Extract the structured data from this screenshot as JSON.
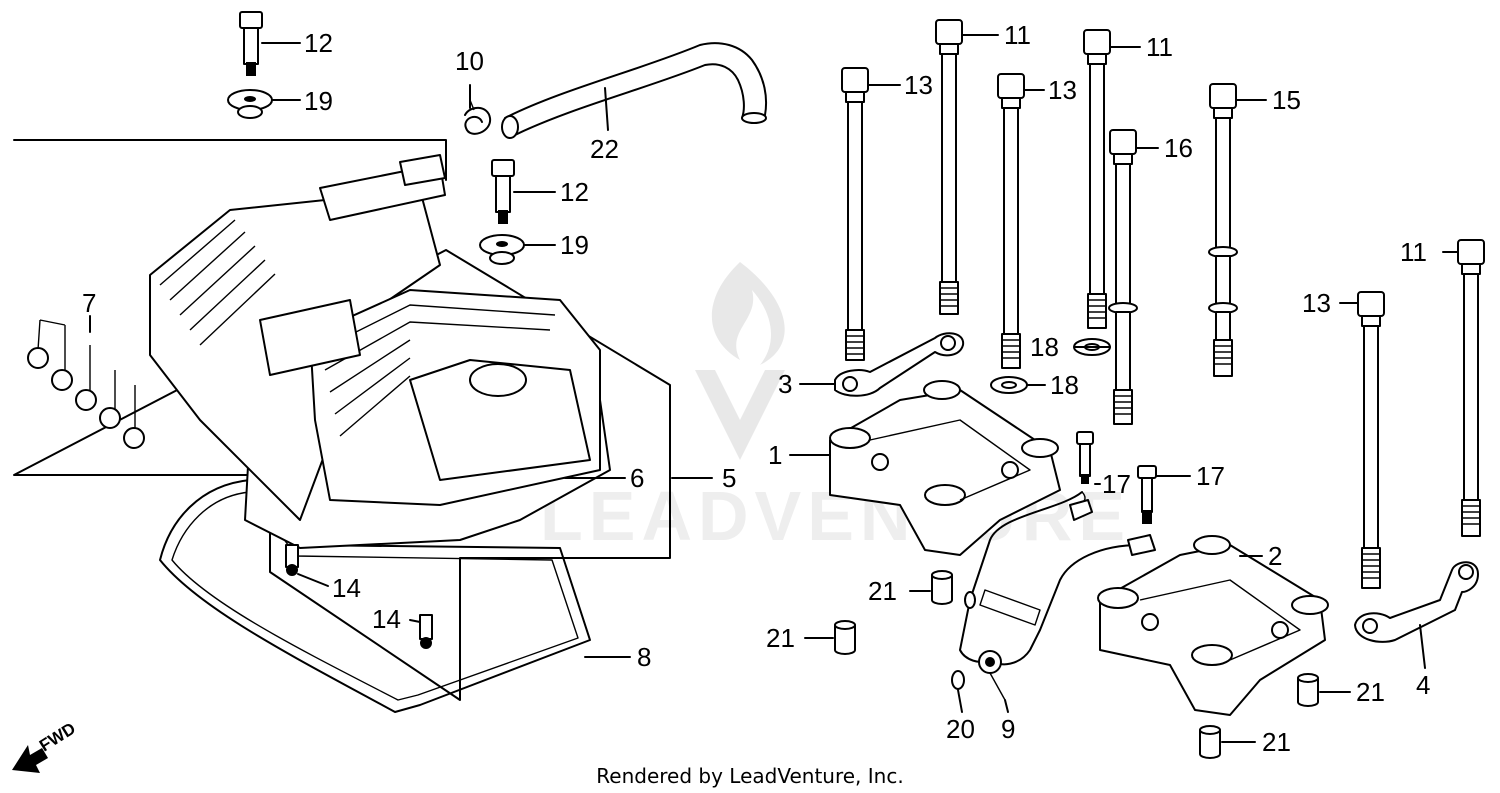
{
  "diagram": {
    "caption": "Rendered by LeadVenture, Inc.",
    "watermark": "LEADVENTURE",
    "fwd_label": "FWD",
    "callouts": {
      "c1": "1",
      "c2": "2",
      "c3": "3",
      "c4": "4",
      "c5": "5",
      "c6": "6",
      "c7": "7",
      "c8": "8",
      "c9": "9",
      "c10": "10",
      "c11a": "11",
      "c11b": "11",
      "c11c": "11",
      "c12a": "12",
      "c12b": "12",
      "c13a": "13",
      "c13b": "13",
      "c13c": "13",
      "c14a": "14",
      "c14b": "14",
      "c15": "15",
      "c16": "16",
      "c17a": "17",
      "c17b": "17",
      "c18a": "18",
      "c18b": "18",
      "c19a": "19",
      "c19b": "19",
      "c20": "20",
      "c21a": "21",
      "c21b": "21",
      "c21c": "21",
      "c21d": "21",
      "c22": "22"
    }
  }
}
